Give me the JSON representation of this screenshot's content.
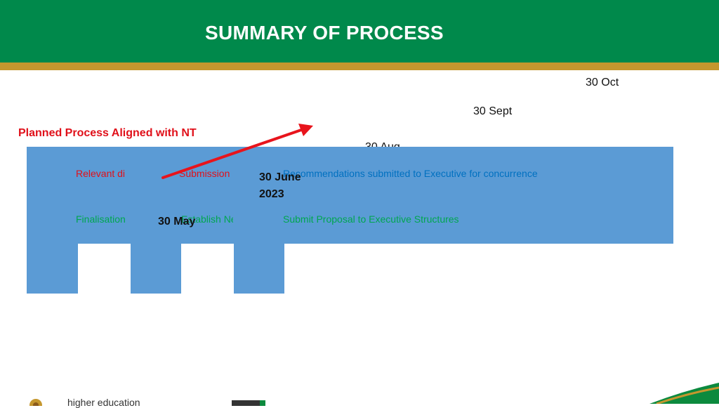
{
  "header": {
    "title": "SUMMARY OF PROCESS",
    "bg_color": "#00894b",
    "stripe_color": "#c5972e"
  },
  "dates": {
    "oct": "30 Oct",
    "sept": "30 Sept",
    "aug": "30 Aug",
    "june": "30 June",
    "june_year": "2023",
    "may": "30 May"
  },
  "planned_label": "Planned  Process Aligned with NT",
  "rows": {
    "row1": {
      "col1": "Relevant di",
      "col2": "Submission",
      "col3": "Recommendations submitted to Executive for concurrence"
    },
    "row2": {
      "col1": "Finalisation",
      "col2": "Establish Ne",
      "col3": "Submit Proposal to Executive Structures"
    }
  },
  "footer": {
    "logo_text": "higher education"
  }
}
